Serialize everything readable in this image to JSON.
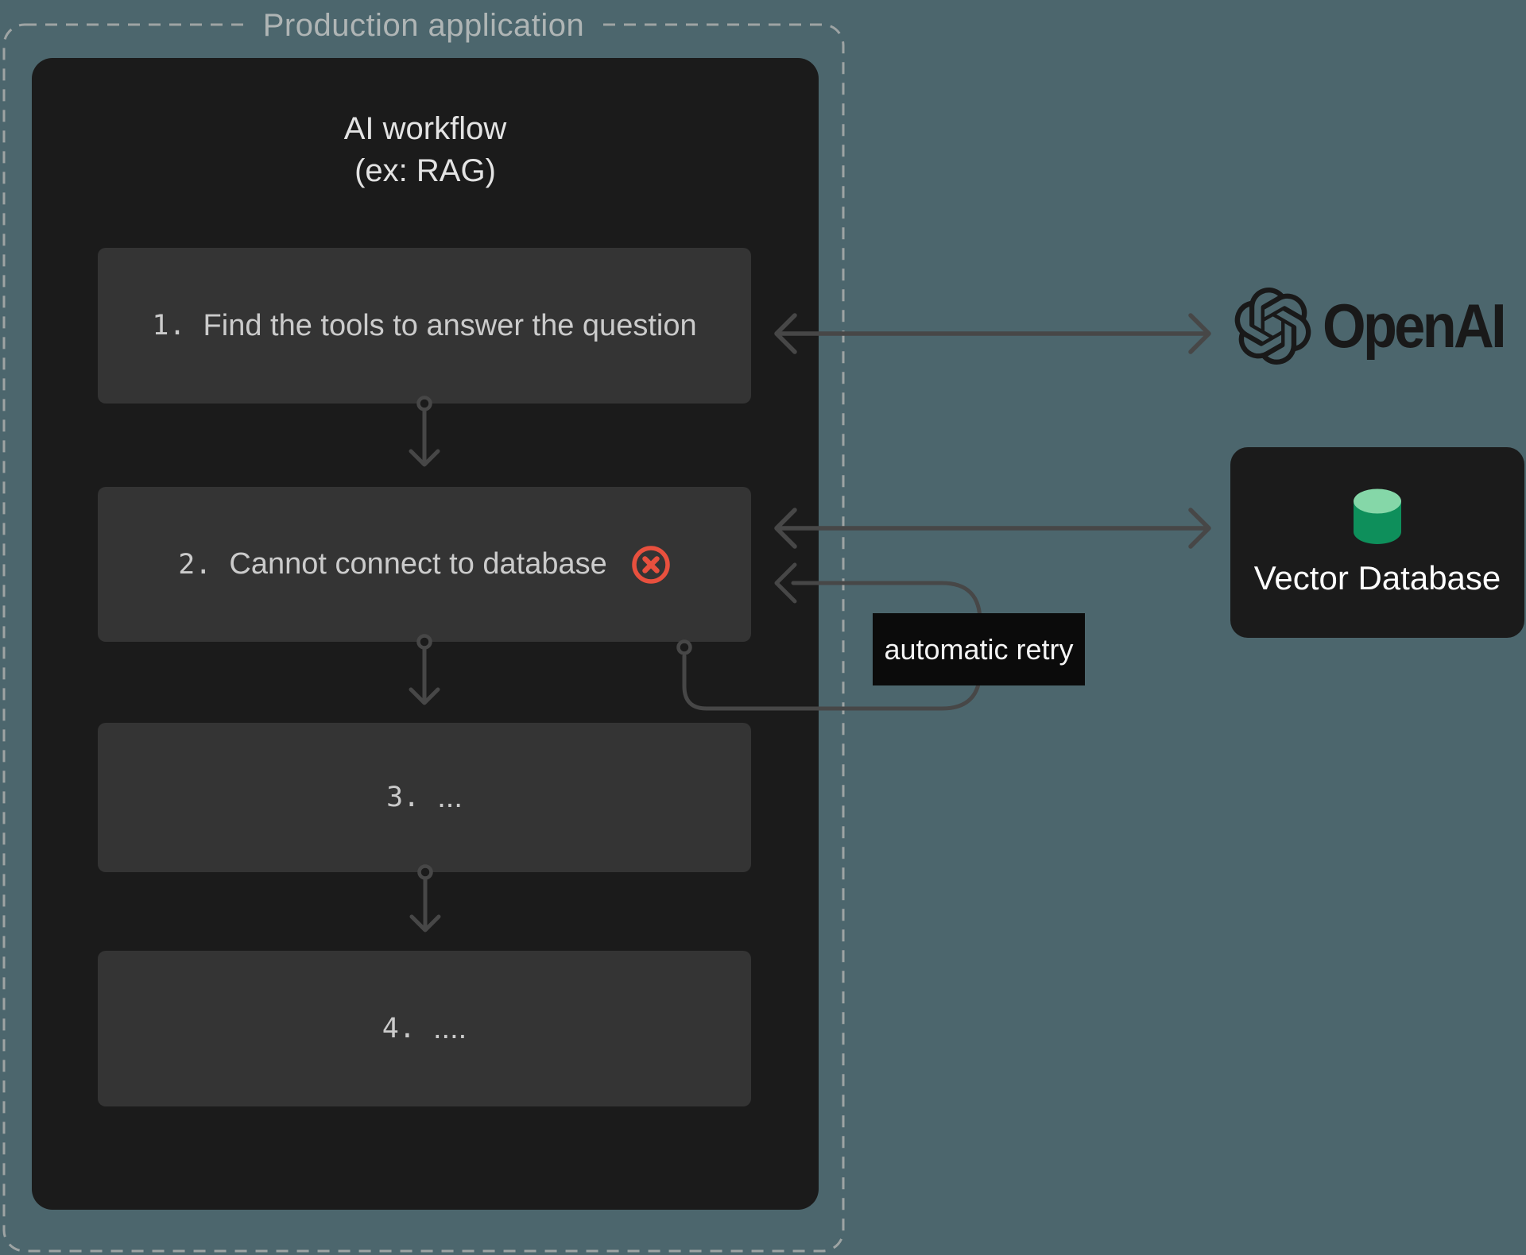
{
  "container": {
    "label": "Production application"
  },
  "workflow": {
    "title_line1": "AI workflow",
    "title_line2": "(ex: RAG)",
    "steps": [
      {
        "num": "1.",
        "text": "Find the tools to answer the question",
        "has_error": false
      },
      {
        "num": "2.",
        "text": "Cannot connect to database",
        "has_error": true
      },
      {
        "num": "3.",
        "text": "...",
        "has_error": false
      },
      {
        "num": "4.",
        "text": "....",
        "has_error": false
      }
    ]
  },
  "retry": {
    "label": "automatic retry"
  },
  "services": {
    "openai": {
      "name": "OpenAI"
    },
    "vector_db": {
      "label": "Vector Database"
    }
  },
  "icons": {
    "error": "circle-x-icon",
    "openai": "openai-flower-mark-icon",
    "vector_db": "database-cylinder-icon",
    "connectors": [
      "double-headed-arrow",
      "down-arrow-with-origin-dot",
      "retry-loop-arrow"
    ]
  },
  "colors": {
    "bg": "#4C666D",
    "panel": "#1B1B1B",
    "step-box": "#343434",
    "step-text": "#CBCBCB",
    "panel-title": "#E3E3E3",
    "dashed": "#9EA4A4",
    "container-label": "#AFB5B5",
    "arrow": "#474747",
    "red": "#E8503E",
    "retry-bg": "#0B0B0B",
    "retry-text": "#F4F4F4",
    "openai": "#191919",
    "vdb-bg": "#1B1B1B",
    "vdb-text": "#FFFFFF",
    "cyl-top": "#85D7A8",
    "cyl-body": "#0E8F5B"
  }
}
